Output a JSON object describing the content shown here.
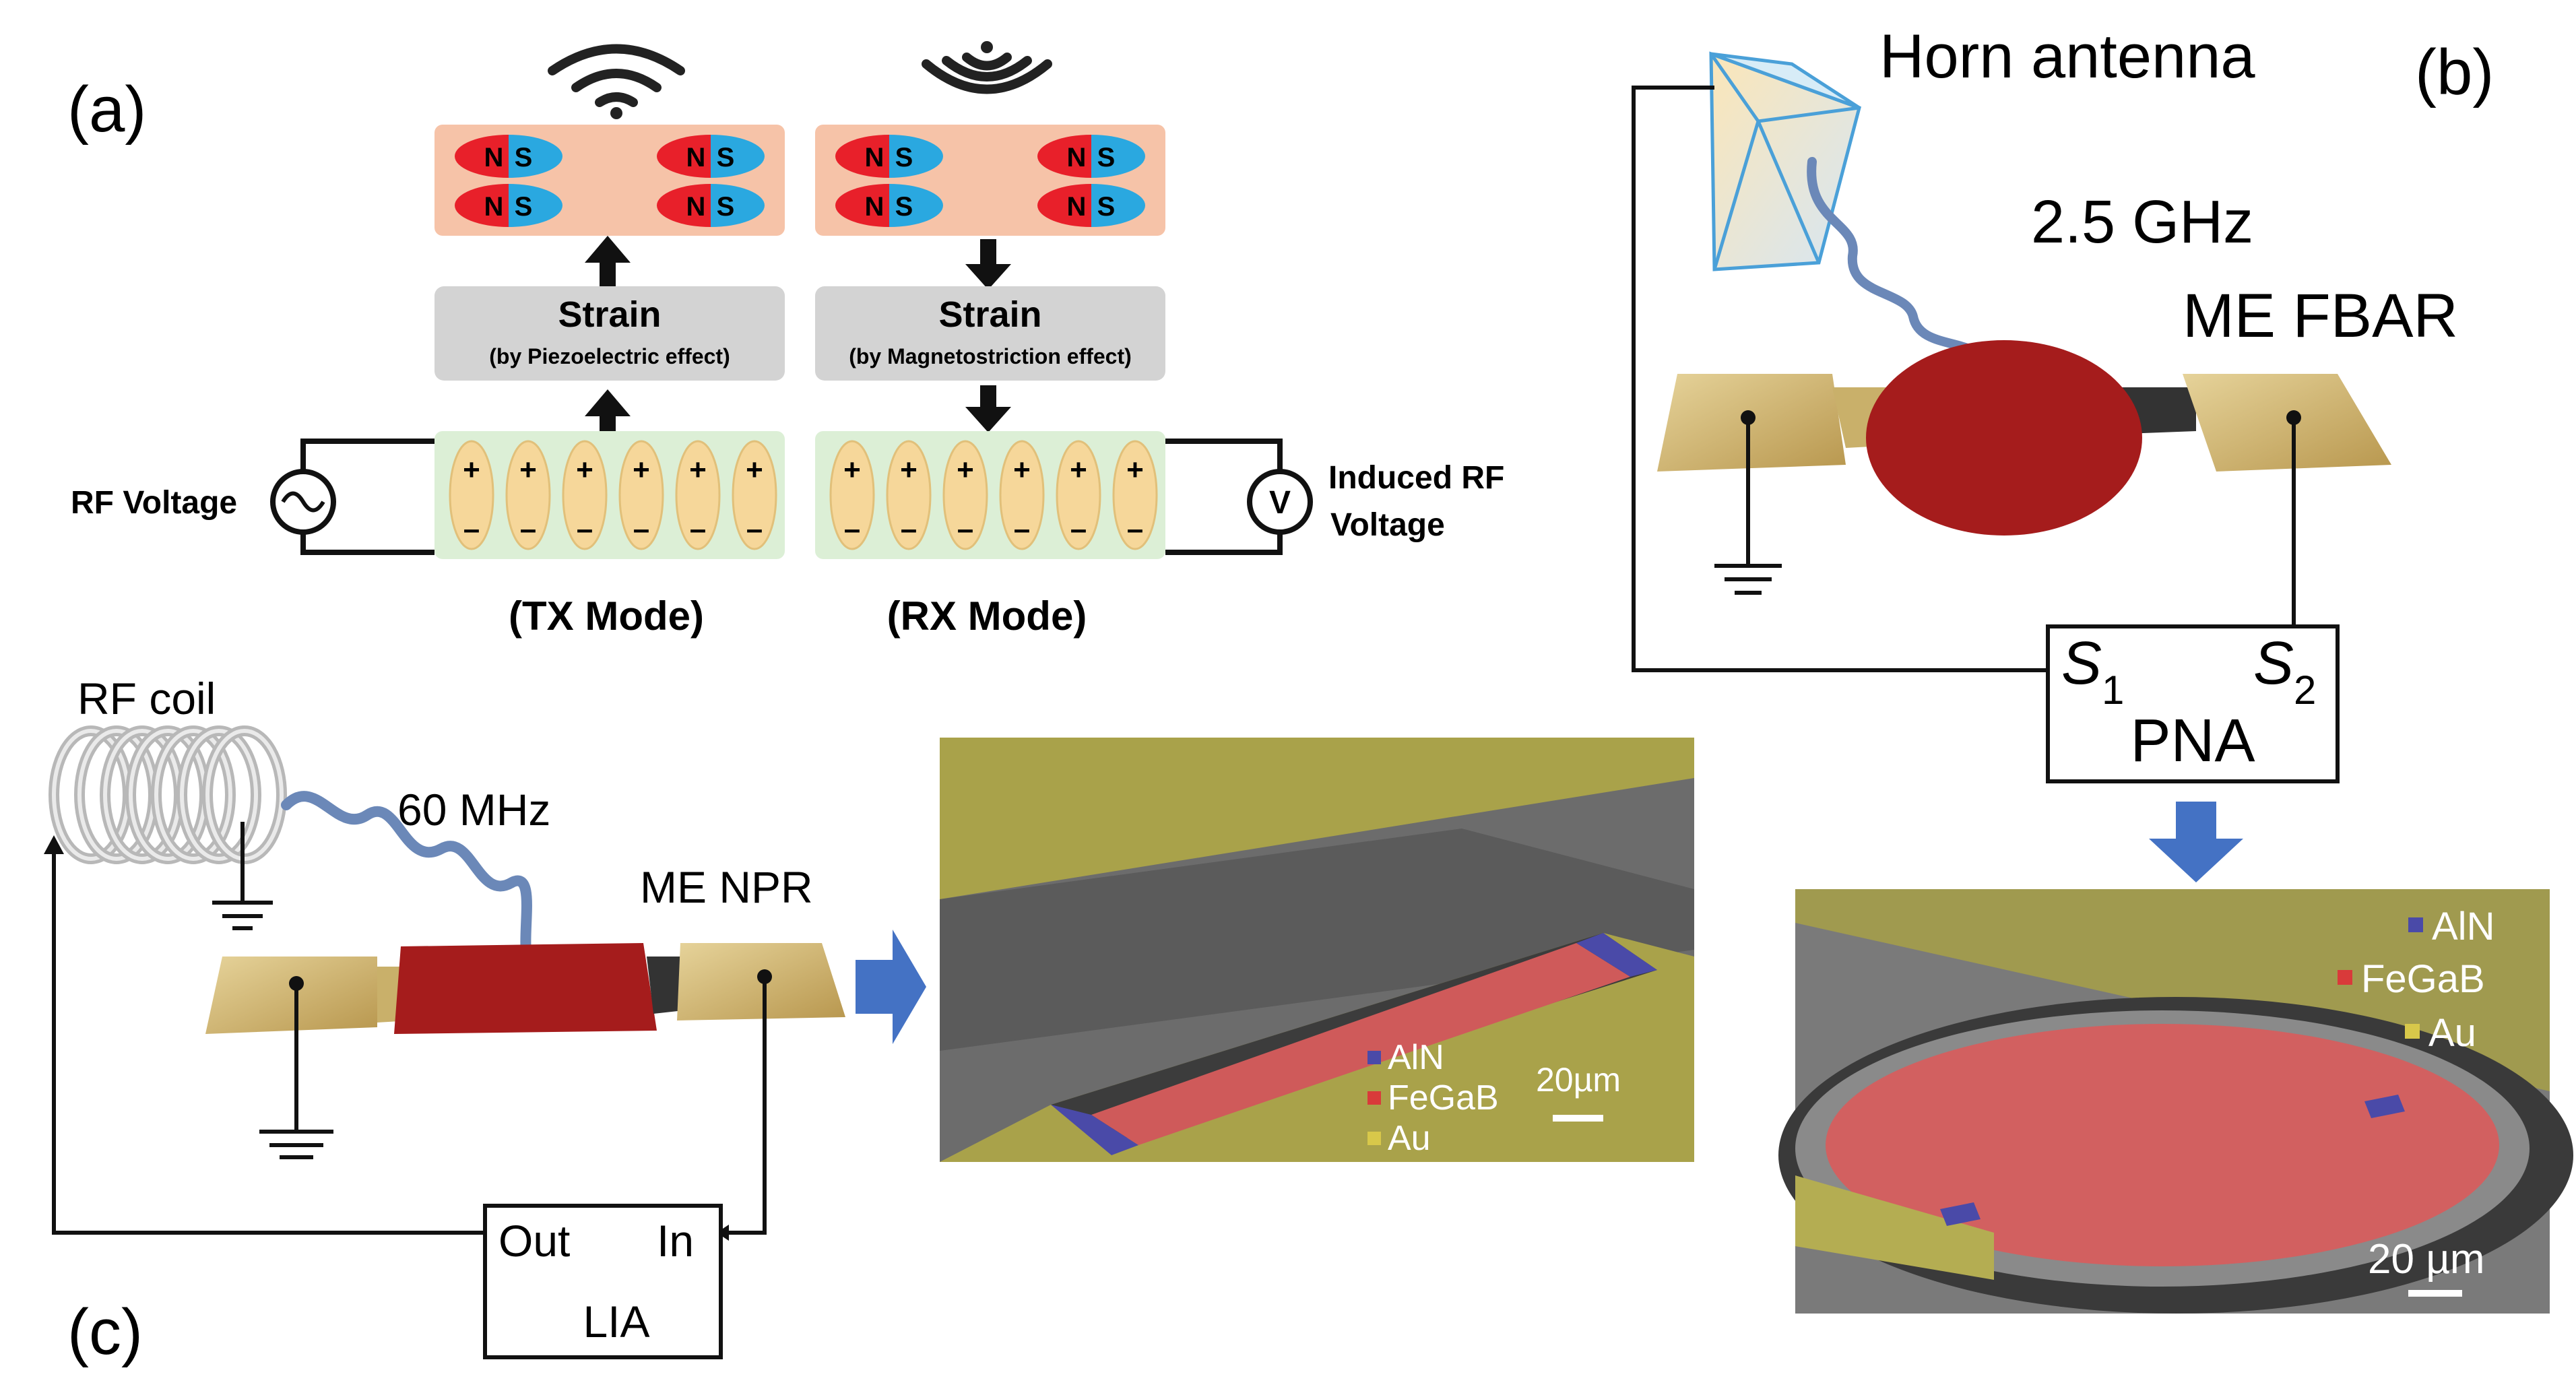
{
  "panel_a": {
    "label": "(a)",
    "strain_title": "Strain",
    "tx_strain_sub": "(by Piezoelectric effect)",
    "rx_strain_sub": "(by Magnetostriction effect)",
    "magnet_n": "N",
    "magnet_s": "S",
    "charge_plus": "+",
    "charge_minus": "–",
    "rf_voltage": "RF Voltage",
    "voltmeter_symbol": "V",
    "induced_line1": "Induced RF",
    "induced_line2": "Voltage",
    "tx_mode": "(TX Mode)",
    "rx_mode": "(RX Mode)"
  },
  "panel_b": {
    "label": "(b)",
    "horn_antenna": "Horn antenna",
    "frequency": "2.5 GHz",
    "device": "ME FBAR",
    "pna_s1": "S",
    "pna_s1_sub": "1",
    "pna_s2": "S",
    "pna_s2_sub": "2",
    "pna": "PNA",
    "legend": [
      "AlN",
      "FeGaB",
      "Au"
    ],
    "scale": "20 µm"
  },
  "panel_c": {
    "label": "(c)",
    "rf_coil": "RF coil",
    "frequency": "60 MHz",
    "device": "ME NPR",
    "lia_out": "Out",
    "lia_in": "In",
    "lia": "LIA",
    "legend": [
      "AlN",
      "FeGaB",
      "Au"
    ],
    "scale": "20µm"
  },
  "colors": {
    "aln": "#4a4aa8",
    "fegab": "#d93a3a",
    "au": "#d8c84a",
    "gold_pad": "#c9b06a",
    "device_red": "#a51c1c",
    "arrow_blue": "#4472c4",
    "magnet_red": "#e8202a",
    "magnet_blue": "#2aa8e0"
  }
}
